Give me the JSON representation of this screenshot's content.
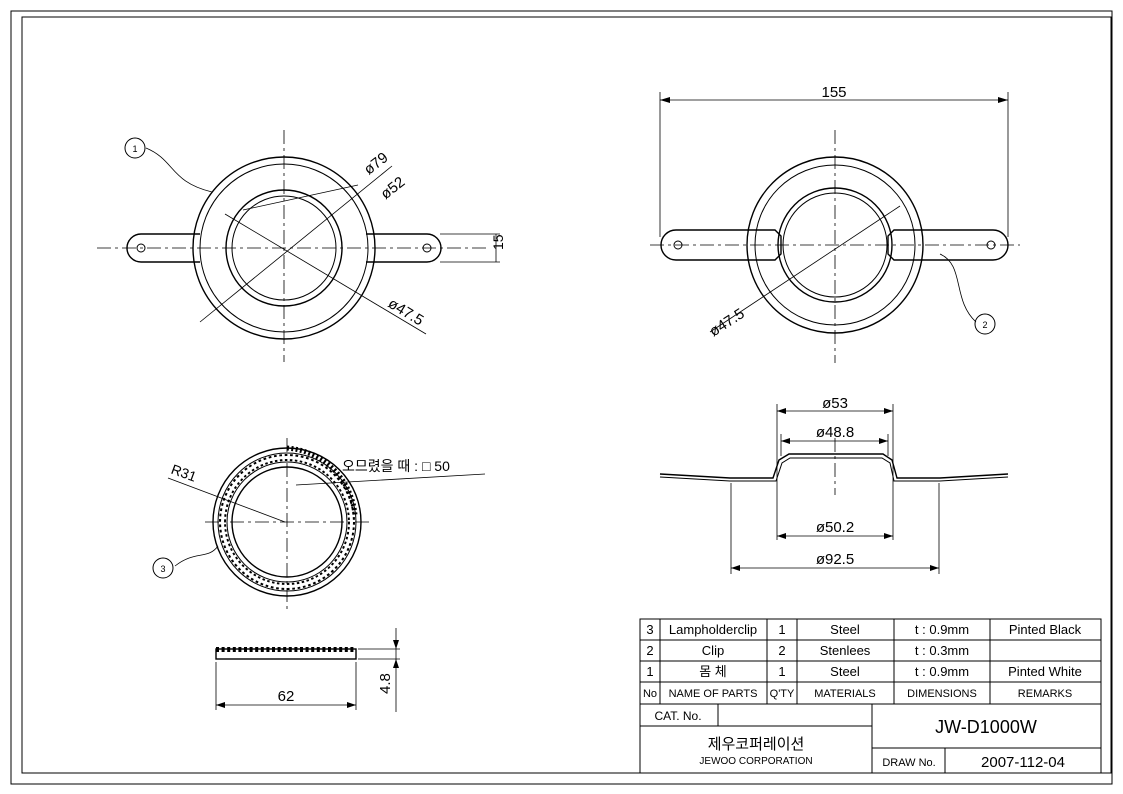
{
  "dimensions": {
    "top_left": {
      "d1": "ø79",
      "d2": "ø52",
      "d3": "ø47.5",
      "height": "15"
    },
    "top_right": {
      "width": "155",
      "d": "ø47.5"
    },
    "section": {
      "d_top_outer": "ø53",
      "d_top_inner": "ø48.8",
      "d_bottom_inner": "ø50.2",
      "d_flange": "ø92.5"
    },
    "clip": {
      "radius": "R31",
      "note": "오므렸을 때 : □ 50"
    },
    "strip": {
      "length": "62",
      "height": "4.8"
    }
  },
  "balloons": [
    "1",
    "2",
    "3"
  ],
  "bom": {
    "rows": [
      {
        "no": "3",
        "name": "Lampholderclip",
        "qty": "1",
        "material": "Steel",
        "dimension": "t : 0.9mm",
        "remark": "Pinted Black"
      },
      {
        "no": "2",
        "name": "Clip",
        "qty": "2",
        "material": "Stenlees",
        "dimension": "t : 0.3mm",
        "remark": ""
      },
      {
        "no": "1",
        "name": "몸 체",
        "qty": "1",
        "material": "Steel",
        "dimension": "t : 0.9mm",
        "remark": "Pinted White"
      }
    ],
    "header": {
      "no": "No",
      "name": "NAME OF PARTS",
      "qty": "Q'TY",
      "material": "MATERIALS",
      "dimension": "DIMENSIONS",
      "remark": "REMARKS"
    }
  },
  "title_block": {
    "cat_label": "CAT. No.",
    "company_kr": "제우코퍼레이션",
    "company_en": "JEWOO CORPORATION",
    "model": "JW-D1000W",
    "draw_label": "DRAW No.",
    "draw_no": "2007-112-04"
  }
}
